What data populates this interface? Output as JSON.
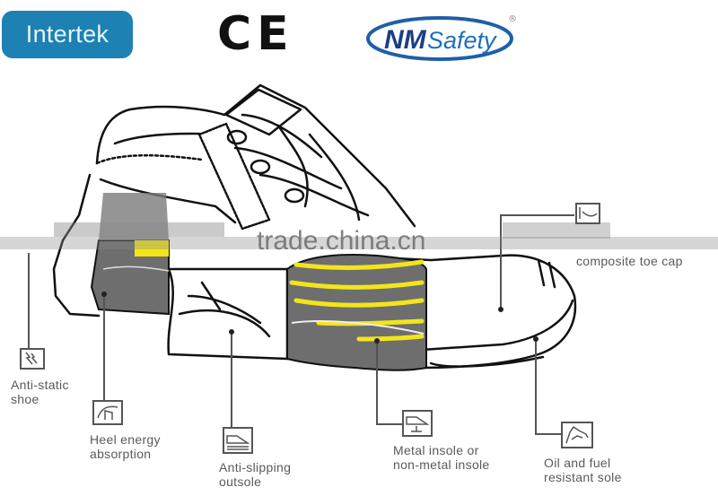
{
  "logos": {
    "intertek": "Intertek",
    "ce": "CE",
    "nmsafety": {
      "prefix": "NM",
      "suffix": "Safety",
      "registered": "®"
    }
  },
  "watermark": "trade.china.cn",
  "colors": {
    "intertek_blue": "#1d81b4",
    "nm_blue": "#1f5fa8",
    "sole_gray": "#6e6e6e",
    "highlight_yellow": "#f2e51b",
    "label_gray": "#5a5a5a"
  },
  "features": [
    {
      "id": "composite-toe-cap",
      "label": "composite toe cap",
      "icon": "toe-cap-icon"
    },
    {
      "id": "anti-static",
      "label_line1": "Anti-static",
      "label_line2": "shoe",
      "icon": "anti-static-icon"
    },
    {
      "id": "heel-energy",
      "label_line1": "Heel energy",
      "label_line2": "absorption",
      "icon": "heel-energy-icon"
    },
    {
      "id": "anti-slipping",
      "label_line1": "Anti-slipping",
      "label_line2": "outsole",
      "icon": "anti-slip-icon"
    },
    {
      "id": "insole",
      "label_line1": "Metal insole or",
      "label_line2": "non-metal insole",
      "icon": "insole-icon"
    },
    {
      "id": "oil-fuel",
      "label_line1": "Oil and fuel",
      "label_line2": "resistant sole",
      "icon": "oil-fuel-icon"
    }
  ]
}
